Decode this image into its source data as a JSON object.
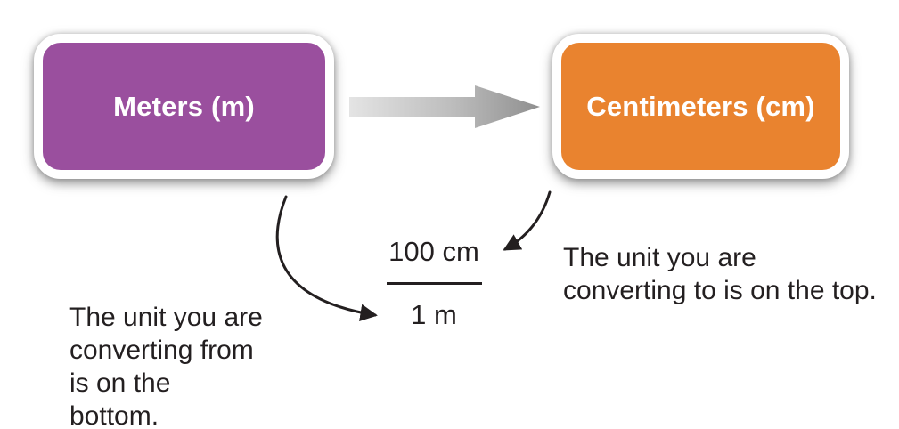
{
  "diagram": {
    "from_box": {
      "label": "Meters (m)",
      "color": "#9A4F9E"
    },
    "to_box": {
      "label": "Centimeters (cm)",
      "color": "#E9832F"
    },
    "fraction": {
      "numerator": "100 cm",
      "denominator": "1 m"
    },
    "note_right": {
      "lines": {
        "0": "The unit you are",
        "1": "converting to is on the top."
      }
    },
    "note_left": {
      "lines": {
        "0": "The unit you are",
        "1": "converting from",
        "2": "is on the",
        "3": "bottom."
      }
    },
    "colors": {
      "text": "#231F20",
      "conversion_arrow_light": "#E2E2E2",
      "conversion_arrow_dark": "#8F8F8F",
      "box_border": "#FFFFFF"
    }
  }
}
